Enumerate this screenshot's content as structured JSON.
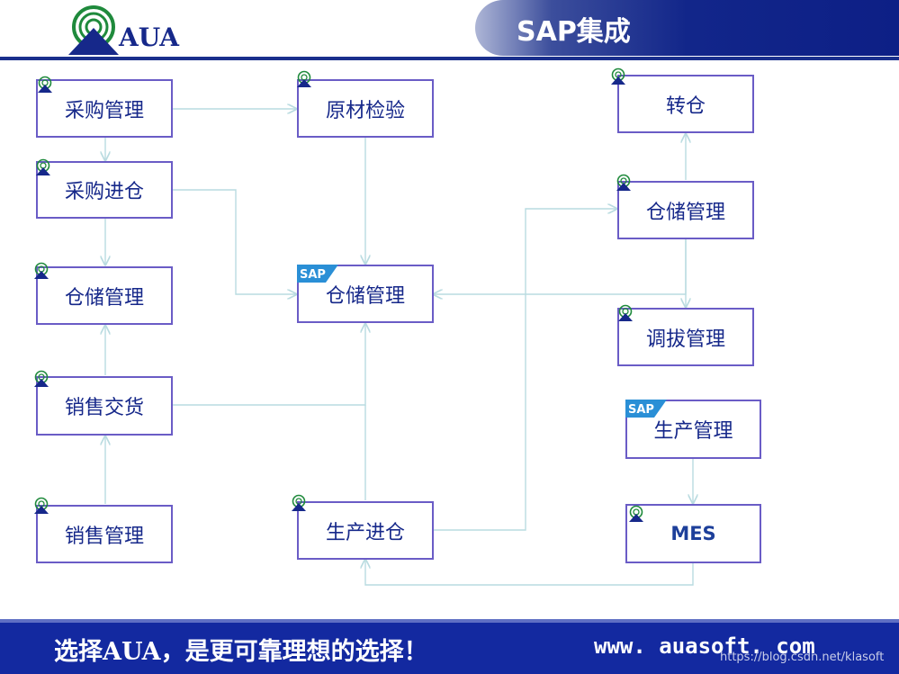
{
  "header": {
    "title": "SAP集成",
    "logo_text": "AUA"
  },
  "nodes": {
    "purchase_mgmt": "采购管理",
    "raw_inspection": "原材检验",
    "transfer_warehouse": "转仓",
    "purchase_inbound": "采购进仓",
    "warehouse_mgmt_right": "仓储管理",
    "warehouse_mgmt_left": "仓储管理",
    "warehouse_mgmt_sap": "仓储管理",
    "allocation_mgmt": "调拔管理",
    "production_mgmt": "生产管理",
    "sales_delivery": "销售交货",
    "sales_mgmt": "销售管理",
    "production_inbound": "生产进仓",
    "mes": "MES"
  },
  "badges": {
    "sap": "SAP"
  },
  "footer": {
    "slogan": "选择AUA，是更可靠理想的选择！",
    "url": "www. auasoft. com",
    "watermark": "https://blog.csdn.net/klasoft"
  },
  "colors": {
    "brand_blue": "#16288a",
    "node_border": "#6a5cc6",
    "connector": "#b9dbe0",
    "sap_blue": "#2a8fd6"
  }
}
